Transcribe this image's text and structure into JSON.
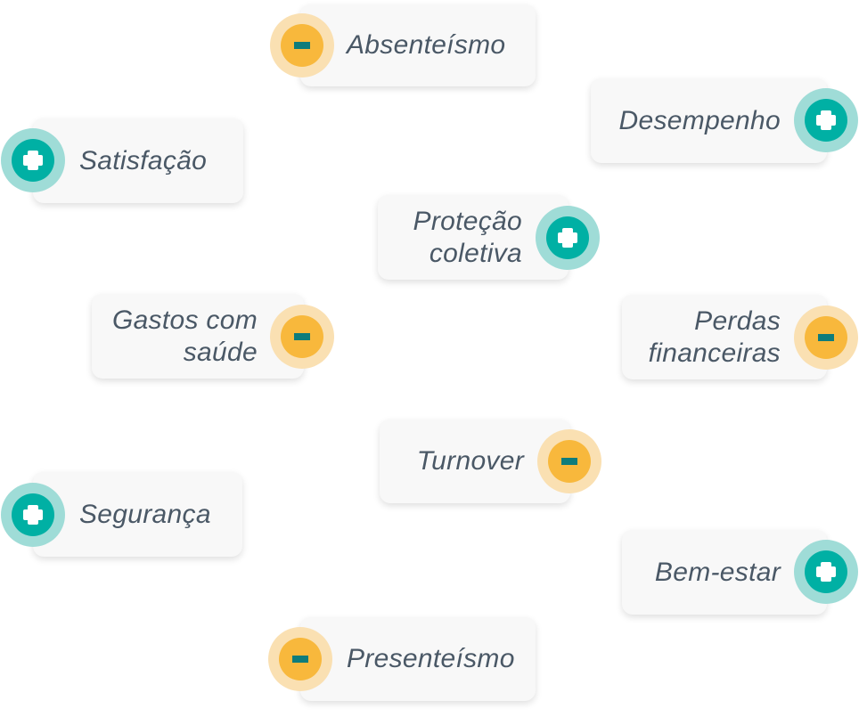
{
  "items": [
    {
      "label": "Absenteísmo",
      "effect": "minus"
    },
    {
      "label": "Desempenho",
      "effect": "plus"
    },
    {
      "label": "Satisfação",
      "effect": "plus"
    },
    {
      "label": "Proteção coletiva",
      "effect": "plus"
    },
    {
      "label": "Gastos com saúde",
      "effect": "minus"
    },
    {
      "label": "Perdas financeiras",
      "effect": "minus"
    },
    {
      "label": "Turnover",
      "effect": "minus"
    },
    {
      "label": "Segurança",
      "effect": "plus"
    },
    {
      "label": "Bem-estar",
      "effect": "plus"
    },
    {
      "label": "Presenteísmo",
      "effect": "minus"
    }
  ],
  "colors": {
    "plus": "#00b0a4",
    "plus_ring": "#9fdcd7",
    "minus": "#f8b83c",
    "minus_ring": "#fae0b2",
    "minus_bar": "#0e7c7b",
    "text": "#4a5866"
  }
}
